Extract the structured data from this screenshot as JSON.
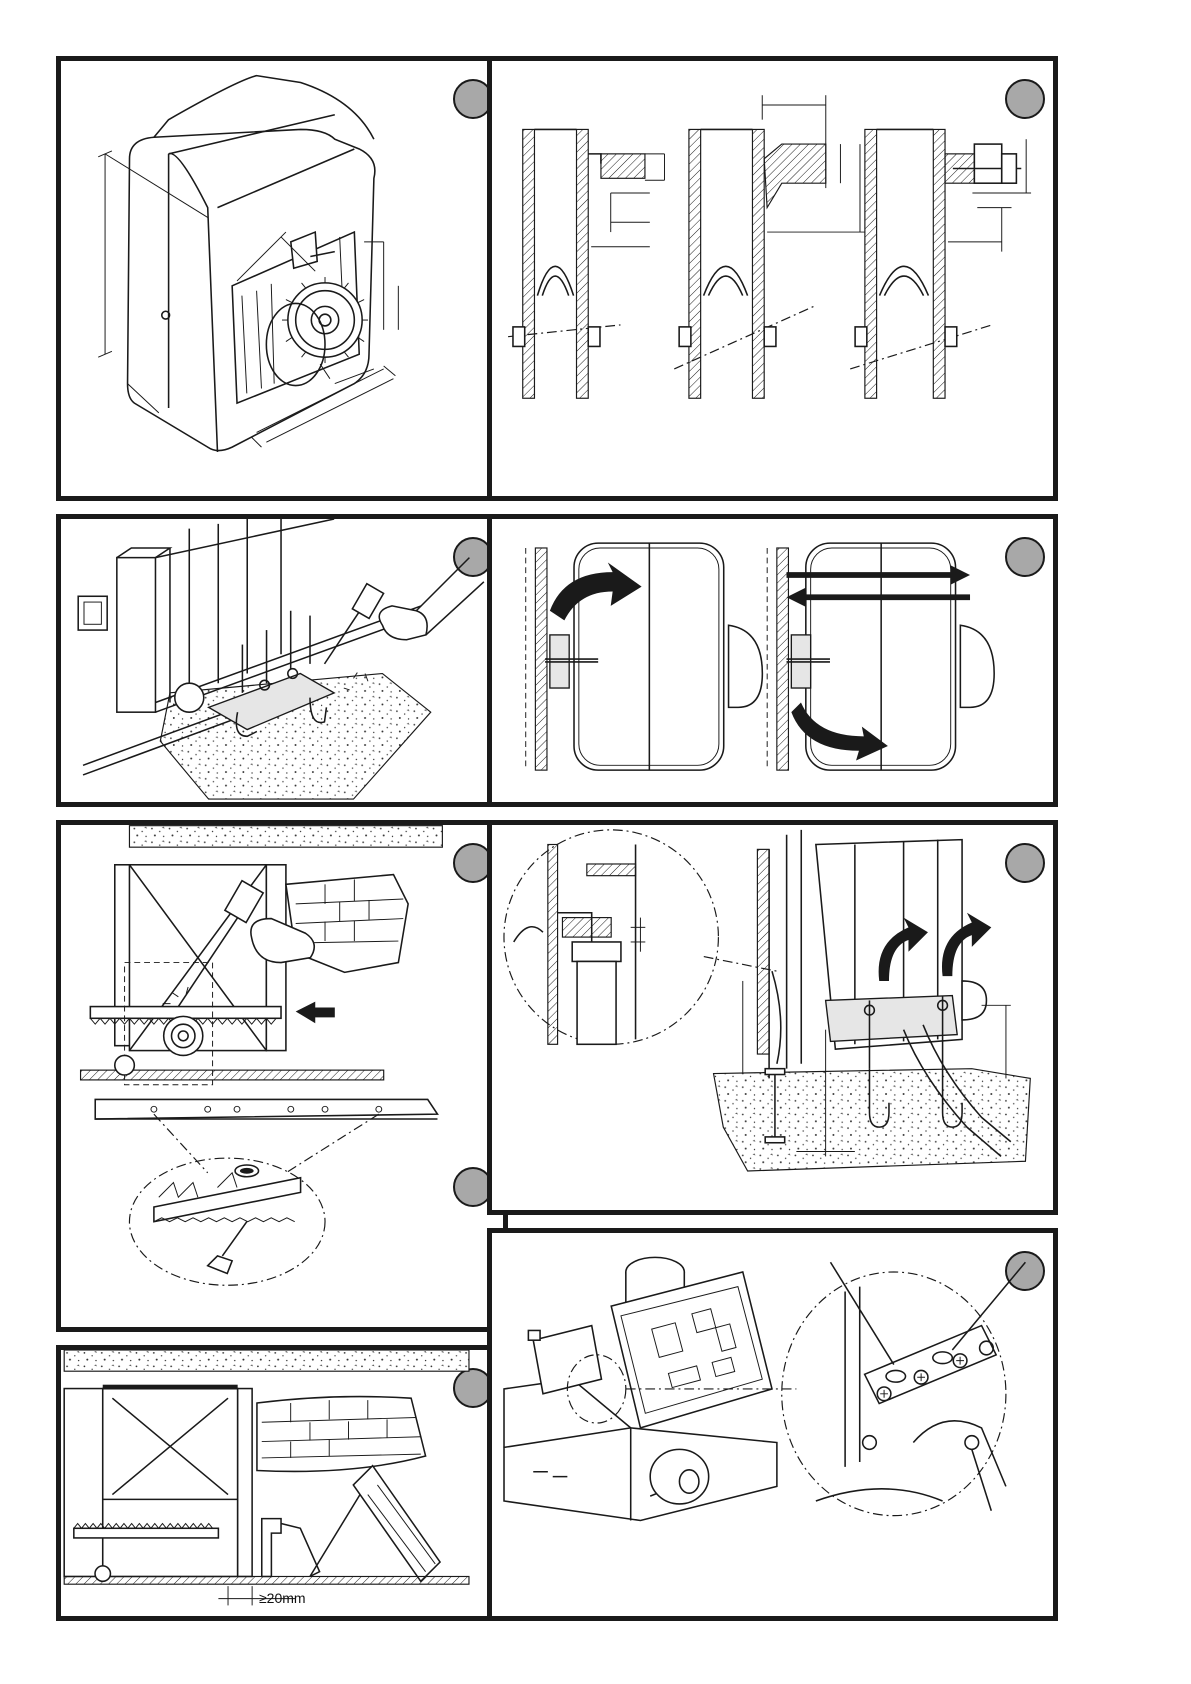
{
  "figures": [
    {
      "id": "fig-1",
      "title": ""
    },
    {
      "id": "fig-2",
      "title": ""
    },
    {
      "id": "fig-3",
      "title": ""
    },
    {
      "id": "fig-4",
      "title": ""
    },
    {
      "id": "fig-5",
      "title": ""
    },
    {
      "id": "fig-6",
      "title": ""
    },
    {
      "id": "fig-7",
      "title": ""
    },
    {
      "id": "fig-8",
      "title": ""
    },
    {
      "id": "fig-9",
      "title": ""
    }
  ],
  "labels": {
    "min_clearance": "≥20mm"
  },
  "colors": {
    "frame": "#1a1a1a",
    "badge": "#a8a8a8",
    "background": "#ffffff"
  }
}
